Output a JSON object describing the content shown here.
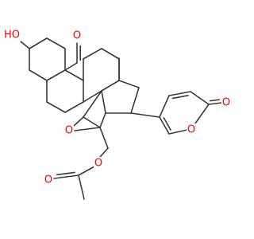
{
  "molecule": {
    "atom_labels": {
      "hydroxyl": "HO",
      "aldehyde_o": "O",
      "epoxide_o": "O",
      "ester_o": "O",
      "acetyl_carbonyl_o": "O",
      "lactone_carbonyl_o": "O",
      "lactone_ring_o": "O"
    },
    "colors": {
      "bond": "#3a3a3a",
      "oxygen": "#ff0000"
    }
  }
}
